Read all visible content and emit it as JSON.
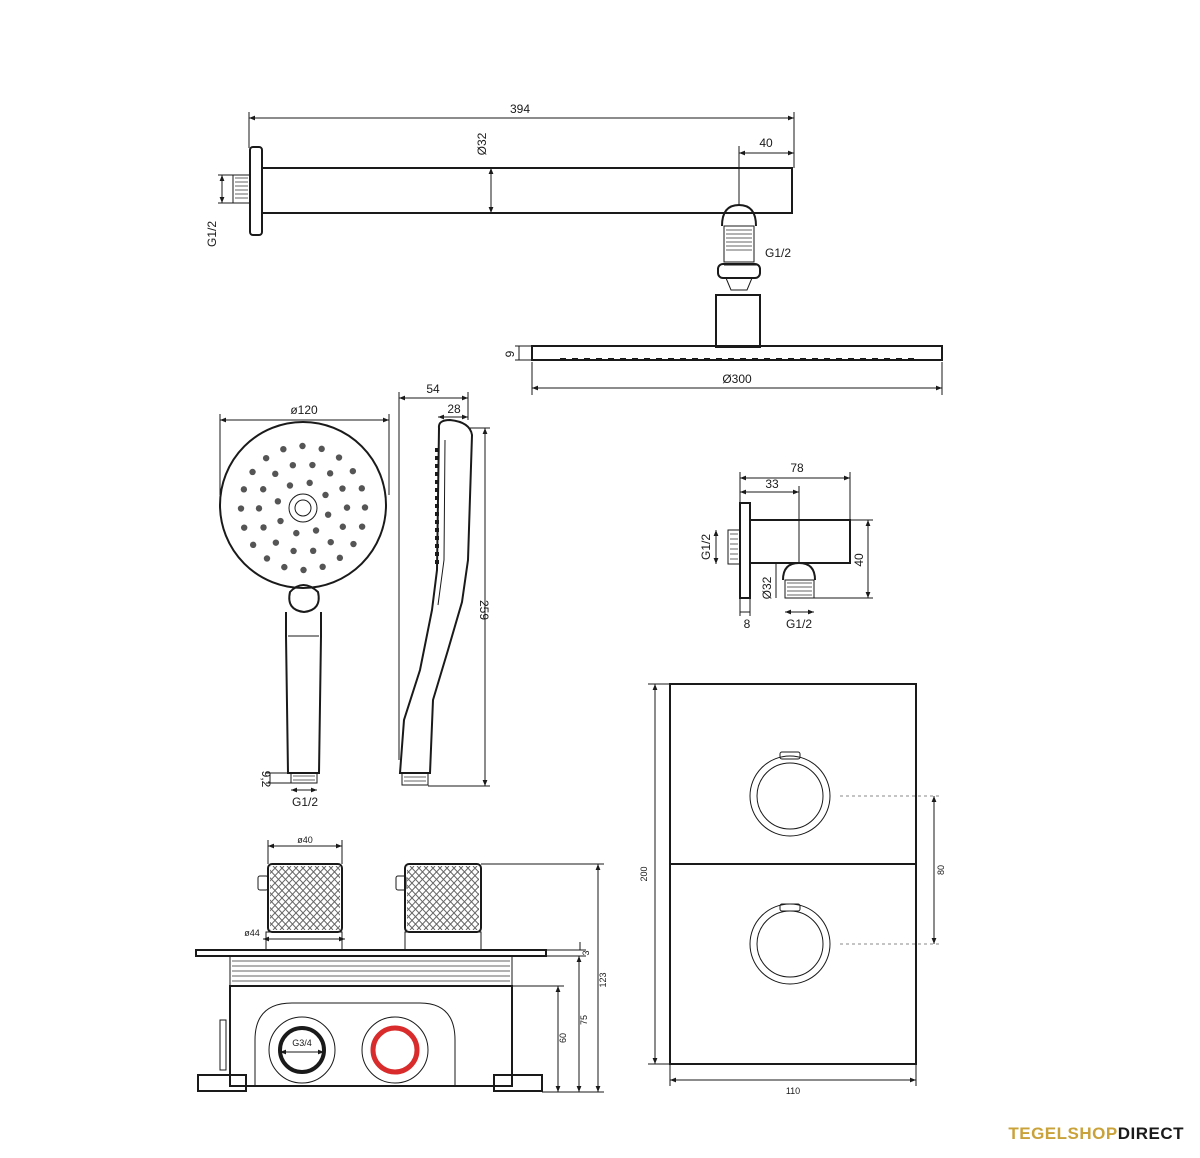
{
  "brand": {
    "part1": "TEGELSHOP",
    "part2": "DIRECT",
    "accent_color": "#c9a23a"
  },
  "colors": {
    "line": "#1a1a1a",
    "red_connection": "#d92b2b"
  },
  "shower_arm": {
    "length": "394",
    "diameter": "Ø32",
    "offset": "40",
    "wall_thread": "G1/2",
    "head_thread": "G1/2"
  },
  "head_shower": {
    "thickness": "9",
    "diameter": "Ø300"
  },
  "hand_shower": {
    "diameter": "ø120",
    "length": "259",
    "depth_total": "54",
    "depth_handle": "28",
    "thread_length": "9,2",
    "thread": "G1/2"
  },
  "wall_outlet": {
    "depth": "78",
    "center": "33",
    "height": "40",
    "diameter": "Ø32",
    "flange": "8",
    "thread_side": "G1/2",
    "thread_bottom": "G1/2"
  },
  "box": {
    "knob_diameter": "ø40",
    "rosette_diameter": "ø44",
    "plate_thickness": "3",
    "total_depth": "123",
    "body_depth": "75",
    "connection_height": "60",
    "connection_thread": "G3/4"
  },
  "cover_plate": {
    "height": "200",
    "width": "110",
    "knob_spacing": "80"
  }
}
